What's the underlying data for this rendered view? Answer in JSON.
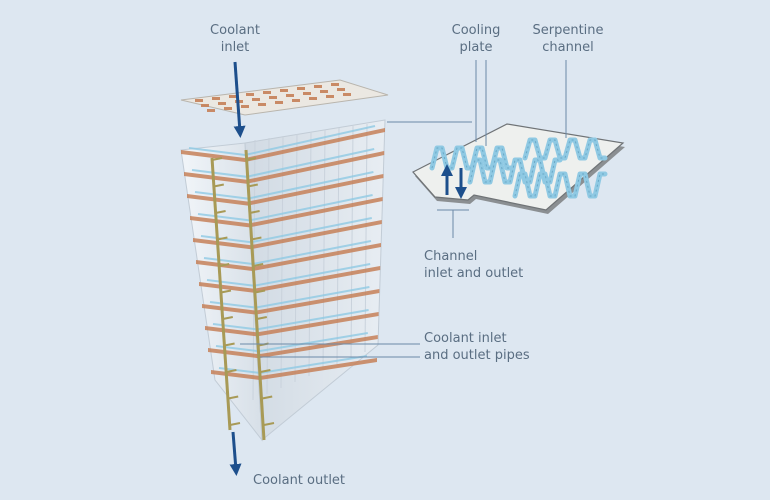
{
  "labels": {
    "coolant_inlet": [
      "Coolant",
      "inlet"
    ],
    "cooling_plate": [
      "Cooling",
      "plate"
    ],
    "serpentine_channel": [
      "Serpentine",
      "channel"
    ],
    "channel_inlet_outlet": [
      "Channel",
      "inlet and outlet"
    ],
    "coolant_pipes": [
      "Coolant inlet",
      "and outlet pipes"
    ],
    "coolant_outlet": "Coolant outlet"
  },
  "colors": {
    "background": "#dde7f1",
    "label_text": "#5a6e82",
    "leader_line": "#6b8aa8",
    "flow_arrow": "#1d4f8c",
    "copper": "#c58058",
    "plate": "#eef0ee",
    "plate_edge": "#7a7e80",
    "channel": "#8fc9e3",
    "pipe": "#a89a56"
  },
  "icons": [
    "flow-arrow-icon"
  ]
}
